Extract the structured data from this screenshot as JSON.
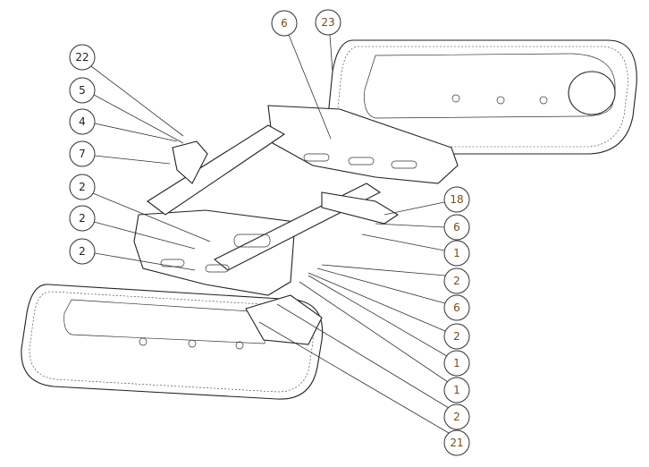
{
  "title": "Track chassis exploded assembly",
  "balloons": {
    "left": [
      "22",
      "5",
      "4",
      "7",
      "2",
      "2",
      "2"
    ],
    "top": [
      "6",
      "23"
    ],
    "right": [
      "18",
      "6",
      "1",
      "2",
      "6",
      "2",
      "1",
      "1",
      "2",
      "21"
    ]
  }
}
